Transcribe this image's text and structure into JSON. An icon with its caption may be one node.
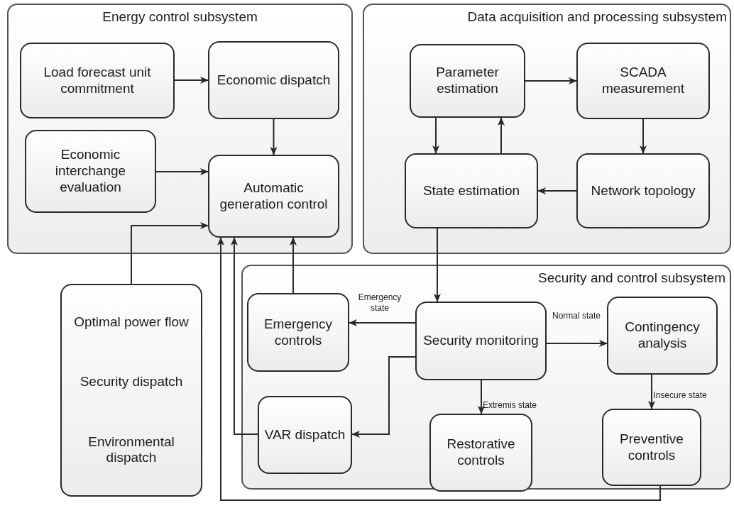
{
  "diagram": {
    "nodes": [
      {
        "text": [
          "Energy control subsystem"
        ]
      },
      {
        "text": [
          "Load forecast unit commitment"
        ],
        "in": 0
      },
      {
        "text": [
          "Economic dispatch"
        ],
        "in": 0
      },
      {
        "text": [
          "Economic interchange evaluation"
        ],
        "in": 0
      },
      {
        "text": [
          "Automatic generation control"
        ],
        "in": 0
      },
      {
        "text": [
          "Data acquisition and processing subsystem"
        ]
      },
      {
        "text": [
          "Parameter estimation"
        ],
        "in": 5
      },
      {
        "text": [
          "SCADA measurement"
        ],
        "in": 5
      },
      {
        "text": [
          "State estimation"
        ],
        "in": 5
      },
      {
        "text": [
          "Network topology"
        ],
        "in": 5
      },
      {
        "text": [
          "Security and control subsystem"
        ]
      },
      {
        "text": [
          "Emergency controls"
        ],
        "in": 10
      },
      {
        "text": [
          "Security monitoring"
        ],
        "in": 10
      },
      {
        "text": [
          "Contingency analysis"
        ],
        "in": 10
      },
      {
        "text": [
          "VAR dispatch"
        ],
        "in": 10
      },
      {
        "text": [
          "Restorative controls"
        ],
        "in": 10
      },
      {
        "text": [
          "Preventive controls"
        ],
        "in": 10
      },
      {
        "text": [
          "Optimal power flow",
          "Security dispatch",
          "Environmental dispatch"
        ]
      }
    ],
    "edges": [
      {
        "from": 1,
        "to": 2,
        "arrow": "to"
      },
      {
        "from": 2,
        "to": 4,
        "arrow": "to"
      },
      {
        "from": 3,
        "to": 4,
        "arrow": "to"
      },
      {
        "from": 17,
        "to": 4,
        "arrow": "to"
      },
      {
        "from": 6,
        "to": 7,
        "arrow": "to"
      },
      {
        "from": 7,
        "to": 9,
        "arrow": "to"
      },
      {
        "from": 9,
        "to": 8,
        "arrow": "to"
      },
      {
        "from": 6,
        "to": 8,
        "arrow": "to"
      },
      {
        "from": 8,
        "to": 6,
        "arrow": "to"
      },
      {
        "from": 8,
        "to": 12,
        "arrow": "to"
      },
      {
        "from": 12,
        "to": 11,
        "label": "Emergency state",
        "arrow": "to"
      },
      {
        "from": 12,
        "to": 13,
        "label": "Normal state",
        "arrow": "to"
      },
      {
        "from": 12,
        "to": 15,
        "label": "Extremis state",
        "arrow": "to"
      },
      {
        "from": 13,
        "to": 16,
        "label": "Insecure state",
        "arrow": "to"
      },
      {
        "from": 12,
        "to": 14,
        "arrow": "to"
      },
      {
        "from": 11,
        "to": 4,
        "arrow": "to"
      },
      {
        "from": 14,
        "to": 4,
        "arrow": "to"
      },
      {
        "from": 16,
        "to": 4,
        "arrow": "to"
      }
    ]
  }
}
